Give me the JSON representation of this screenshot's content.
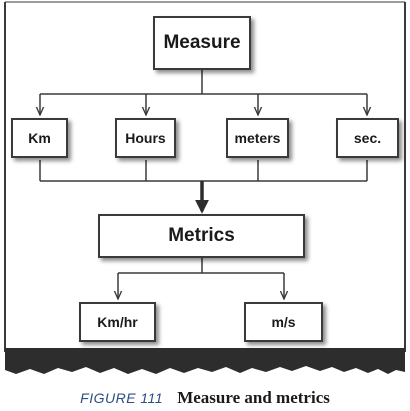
{
  "diagram": {
    "nodes": {
      "root": "Measure",
      "unit_km": "Km",
      "unit_hours": "Hours",
      "unit_meters": "meters",
      "unit_sec": "sec.",
      "mid": "Metrics",
      "out_kmhr": "Km/hr",
      "out_ms": "m/s"
    },
    "edges": [
      [
        "Measure",
        "Km"
      ],
      [
        "Measure",
        "Hours"
      ],
      [
        "Measure",
        "meters"
      ],
      [
        "Measure",
        "sec."
      ],
      [
        "Km",
        "Metrics"
      ],
      [
        "Hours",
        "Metrics"
      ],
      [
        "meters",
        "Metrics"
      ],
      [
        "sec.",
        "Metrics"
      ],
      [
        "Metrics",
        "Km/hr"
      ],
      [
        "Metrics",
        "m/s"
      ]
    ]
  },
  "caption": {
    "figure_number": "FIGURE 111",
    "title": "Measure and metrics"
  },
  "colors": {
    "frame": "#3a3a3a",
    "torn_band": "#2d2d2d",
    "caption_number": "#2e4d80"
  }
}
